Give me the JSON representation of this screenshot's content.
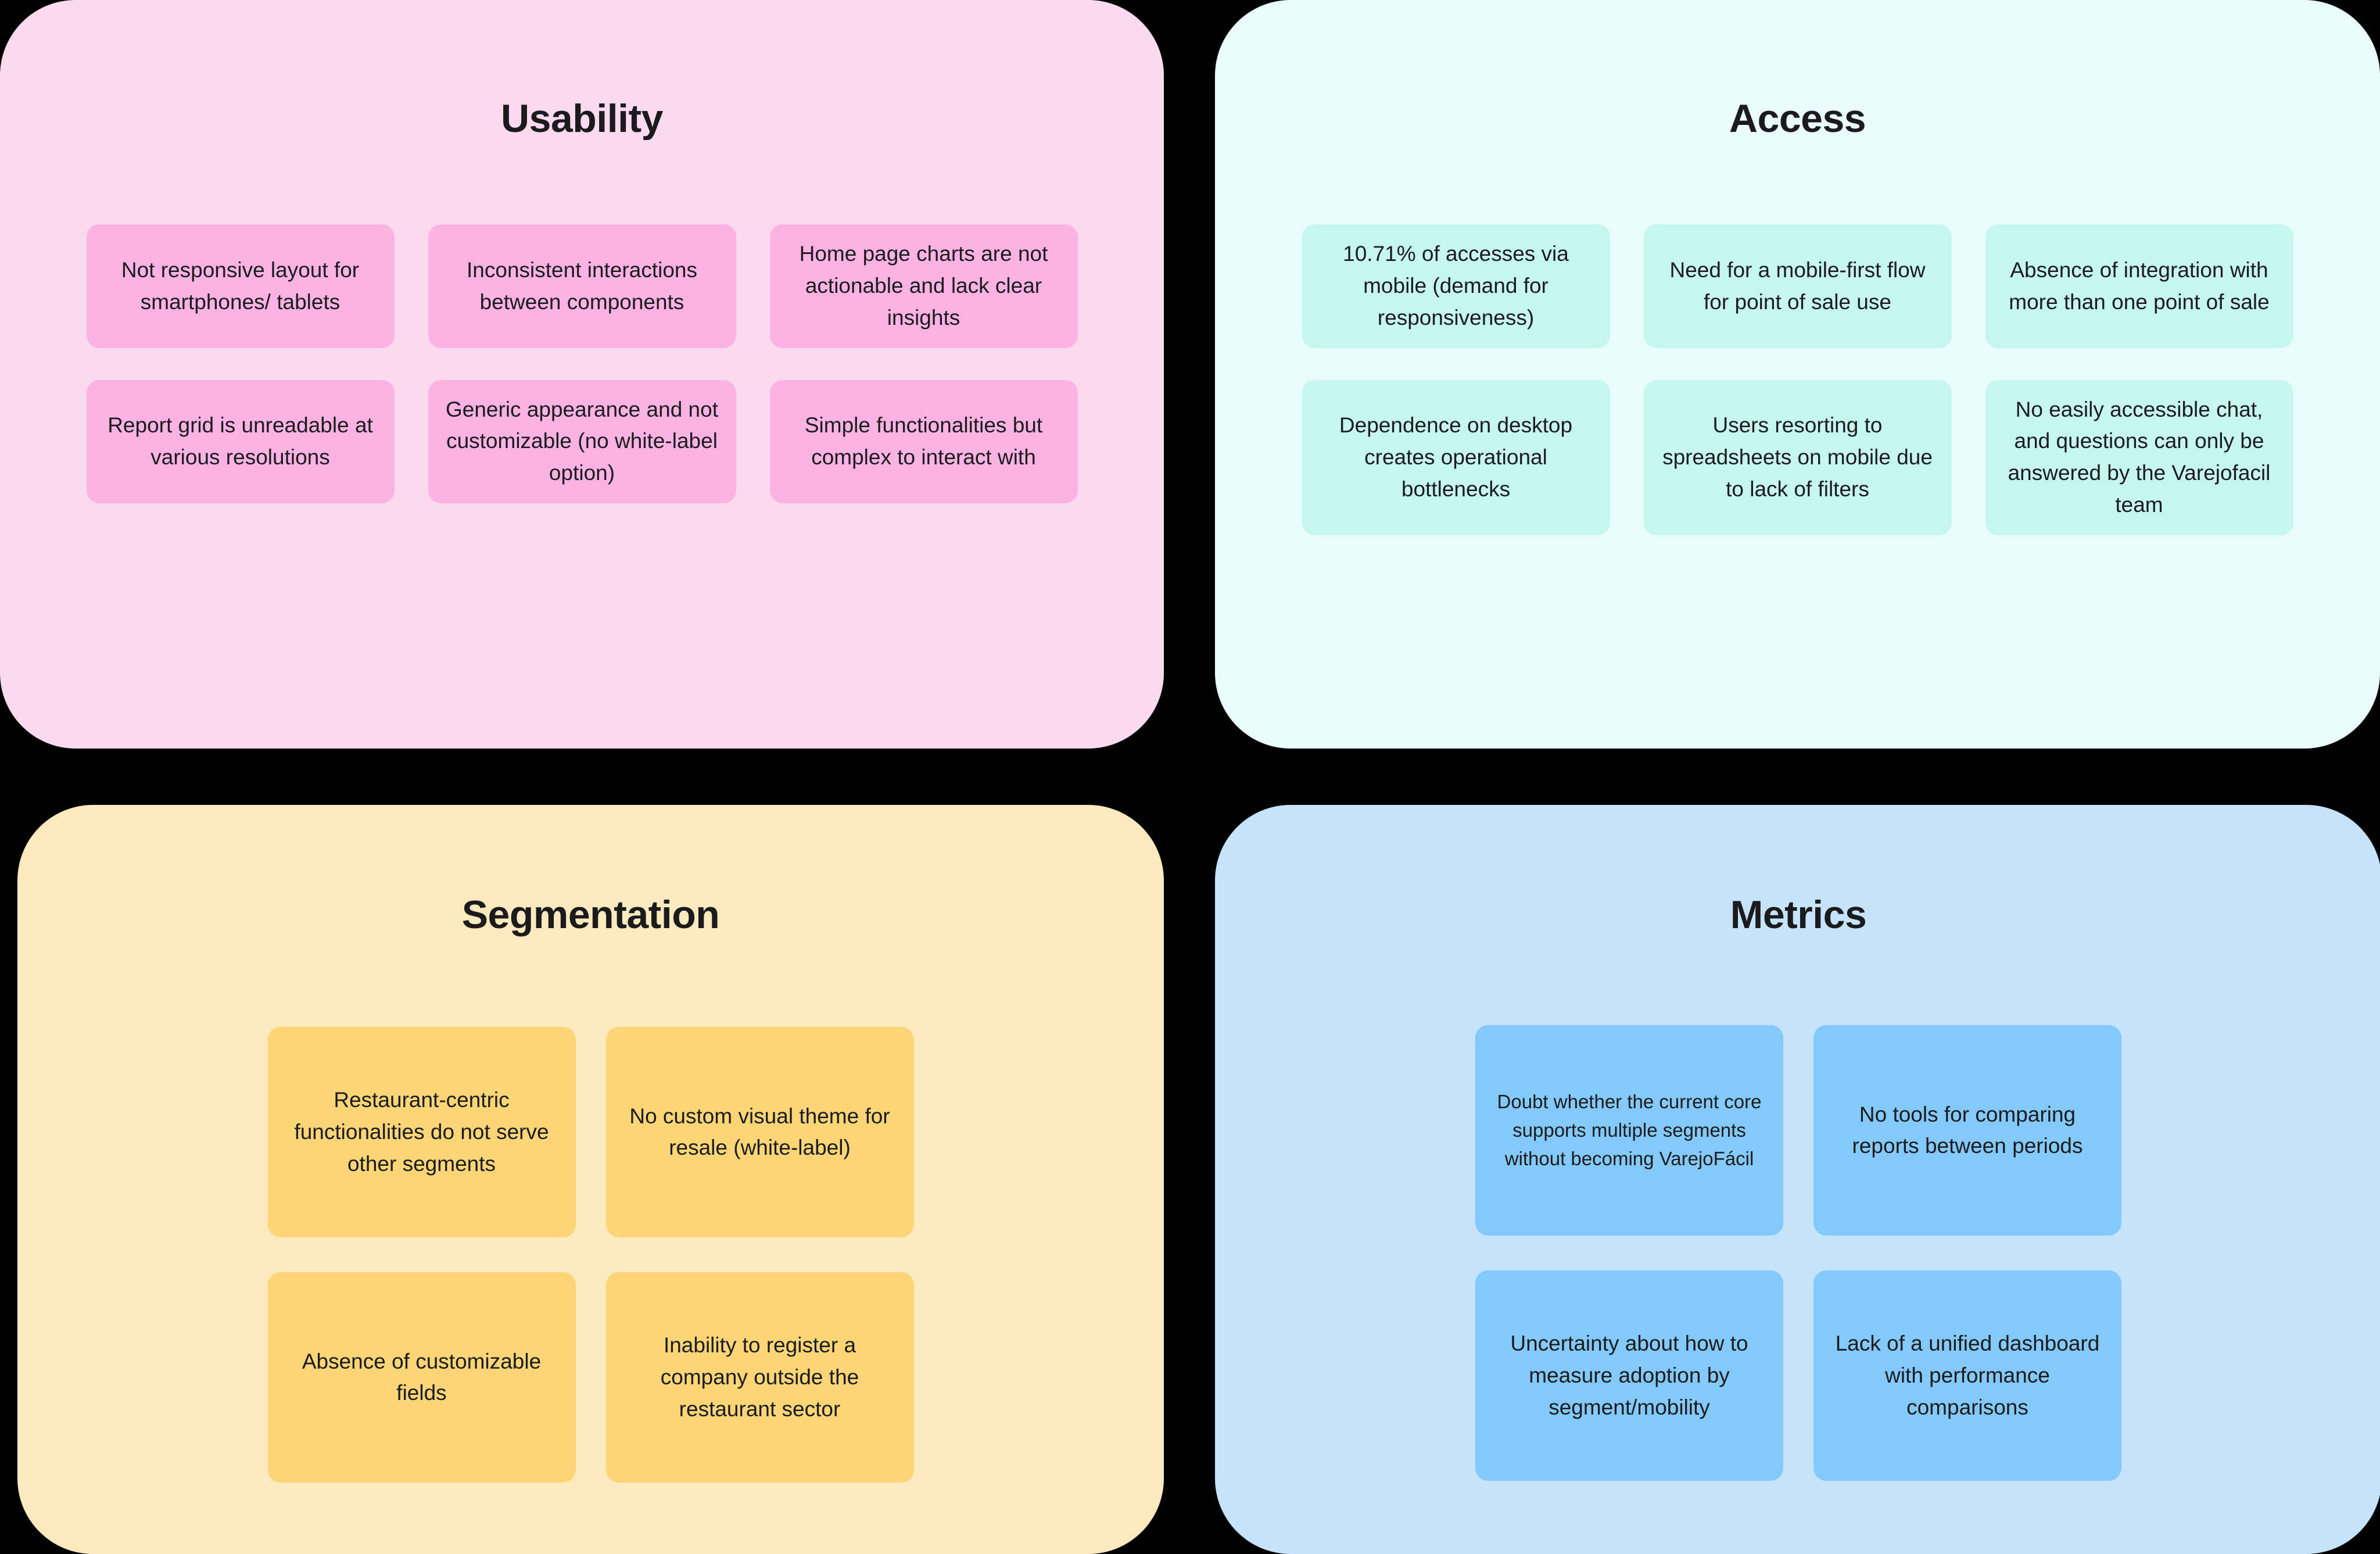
{
  "board": {
    "background": "#000000",
    "quadrants": [
      {
        "key": "usability",
        "title": "Usability",
        "panel_color": "#FBD9EE",
        "card_color": "#FCB3E4",
        "columns": 3,
        "cards": [
          "Not responsive layout for smartphones/ tablets",
          "Inconsistent interactions between components",
          "Home page charts are not actionable and lack clear insights",
          "Report grid is unreadable at various resolutions",
          "Generic appearance and not customizable (no white-label option)",
          "Simple functionalities but complex to interact with"
        ]
      },
      {
        "key": "access",
        "title": "Access",
        "panel_color": "#E9FCF9",
        "card_color": "#C5F7EF",
        "columns": 3,
        "cards": [
          "10.71% of accesses via mobile (demand for responsiveness)",
          "Need for a mobile-first flow for point of sale use",
          "Absence of integration with more than one point of sale",
          "Dependence on desktop creates operational bottlenecks",
          "Users resorting to spreadsheets on mobile due to lack of filters",
          "No easily accessible chat, and questions can only be answered by the Varejofacil team"
        ]
      },
      {
        "key": "segmentation",
        "title": "Segmentation",
        "panel_color": "#FCE9BD",
        "card_color": "#FCD577",
        "columns": 2,
        "cards": [
          "Restaurant-centric functionalities do not serve other segments",
          "No custom visual theme for resale (white-label)",
          "Absence of customizable fields",
          "Inability to register a company outside the restaurant sector"
        ]
      },
      {
        "key": "metrics",
        "title": "Metrics",
        "panel_color": "#C5E4FC",
        "card_color": "#84C9FC",
        "columns": 2,
        "cards": [
          "Doubt whether the current core supports multiple segments without becoming VarejoFácil",
          "No tools for comparing reports between periods",
          "Uncertainty about how to measure adoption by segment/mobility",
          "Lack of a unified dashboard with performance comparisons"
        ]
      }
    ]
  },
  "colors": {
    "text": "#1B1B1E",
    "canvas": "#000000"
  }
}
